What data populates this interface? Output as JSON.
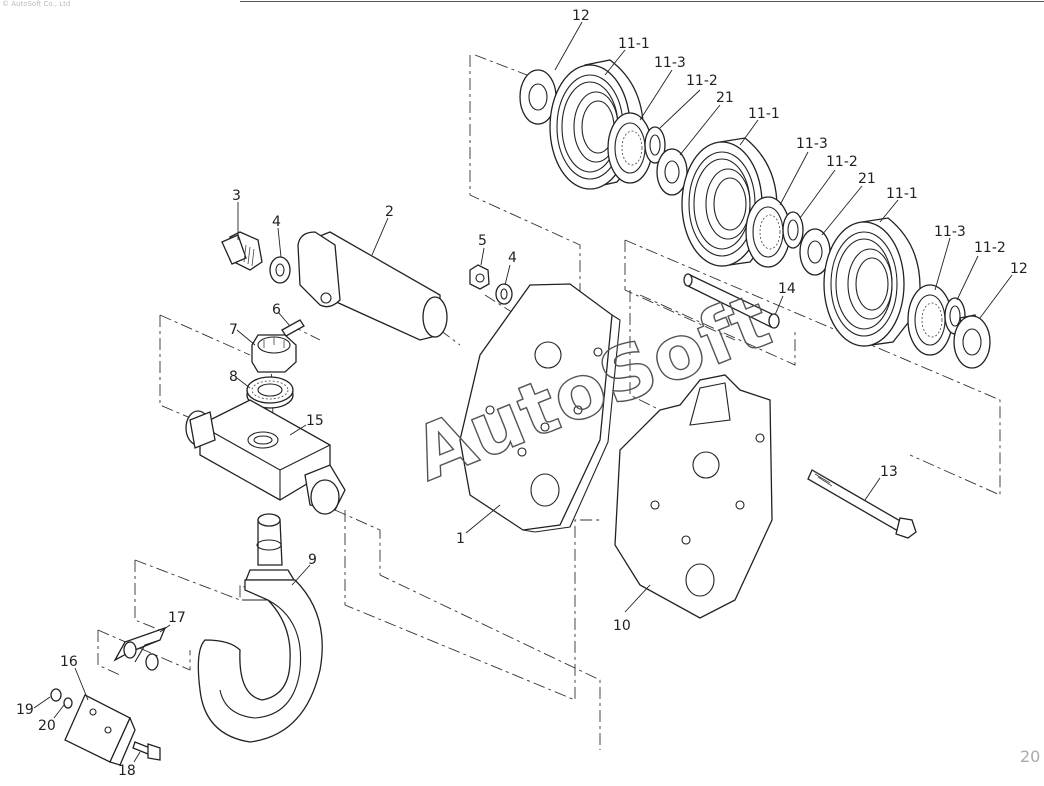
{
  "header_text": "© AutoSoft Co., Ltd",
  "watermark": "AutoSoft",
  "page_number": "20",
  "callouts": {
    "c12a": "12",
    "c11_1a": "11-1",
    "c11_3a": "11-3",
    "c11_2a": "11-2",
    "c21a": "21",
    "c11_1b": "11-1",
    "c11_3b": "11-3",
    "c11_2b": "11-2",
    "c21b": "21",
    "c11_1c": "11-1",
    "c11_3c": "11-3",
    "c11_2c": "11-2",
    "c12b": "12",
    "c3": "3",
    "c4a": "4",
    "c2": "2",
    "c5": "5",
    "c4b": "4",
    "c14": "14",
    "c6": "6",
    "c7": "7",
    "c8": "8",
    "c15": "15",
    "c13": "13",
    "c1": "1",
    "c9": "9",
    "c17": "17",
    "c16": "16",
    "c10": "10",
    "c19": "19",
    "c20": "20",
    "c18": "18"
  }
}
